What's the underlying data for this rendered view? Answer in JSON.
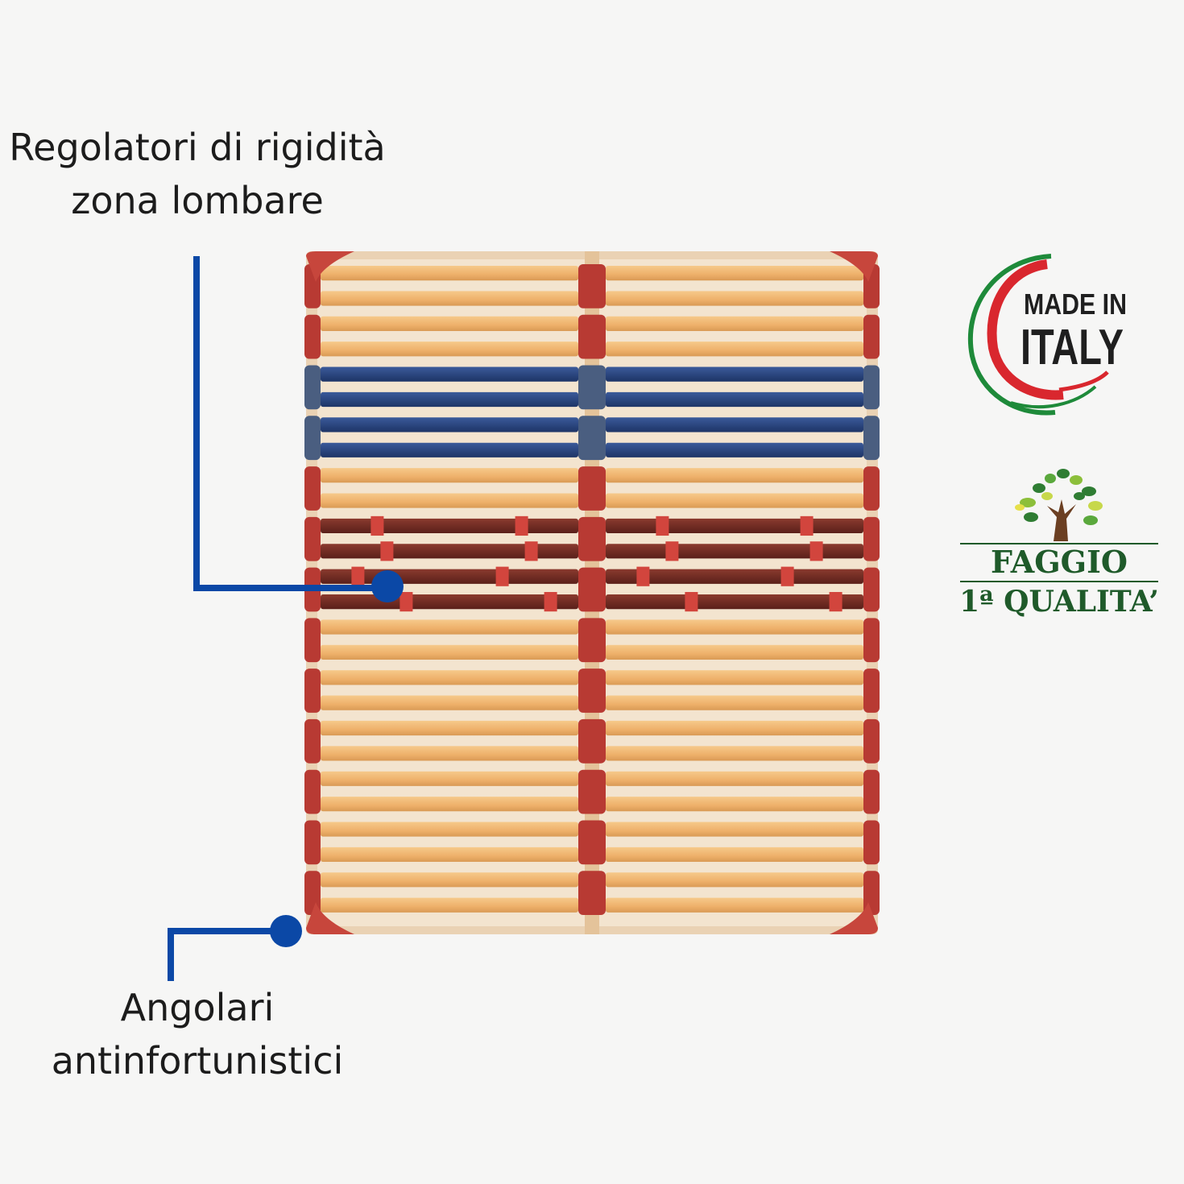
{
  "callouts": {
    "lumbar": {
      "line1": "Regolatori di rigidità",
      "line2": "zona lombare"
    },
    "corners": {
      "line1": "Angolari",
      "line2": "antinfortunistici"
    }
  },
  "badges": {
    "made_in_italy": {
      "line1": "MADE IN",
      "line2": "ITALY"
    },
    "faggio": {
      "line1": "FAGGIO",
      "line2": "1ª QUALITA’"
    }
  },
  "colors": {
    "accent_line": "#0b48a6",
    "slat_wood": "#efb773",
    "slat_blue": "#24407a",
    "slat_dark": "#6e2a22",
    "holder_red": "#b83a33",
    "frame_wood": "#e6c9a6",
    "flag_green": "#1e8a3a",
    "flag_red": "#d9272e"
  },
  "slat_pattern": [
    "wood",
    "wood",
    "wood",
    "wood",
    "blue",
    "blue",
    "blue",
    "blue",
    "wood",
    "wood",
    "dark",
    "dark",
    "dark",
    "dark",
    "wood",
    "wood",
    "wood",
    "wood",
    "wood",
    "wood",
    "wood",
    "wood",
    "wood",
    "wood",
    "wood",
    "wood"
  ]
}
